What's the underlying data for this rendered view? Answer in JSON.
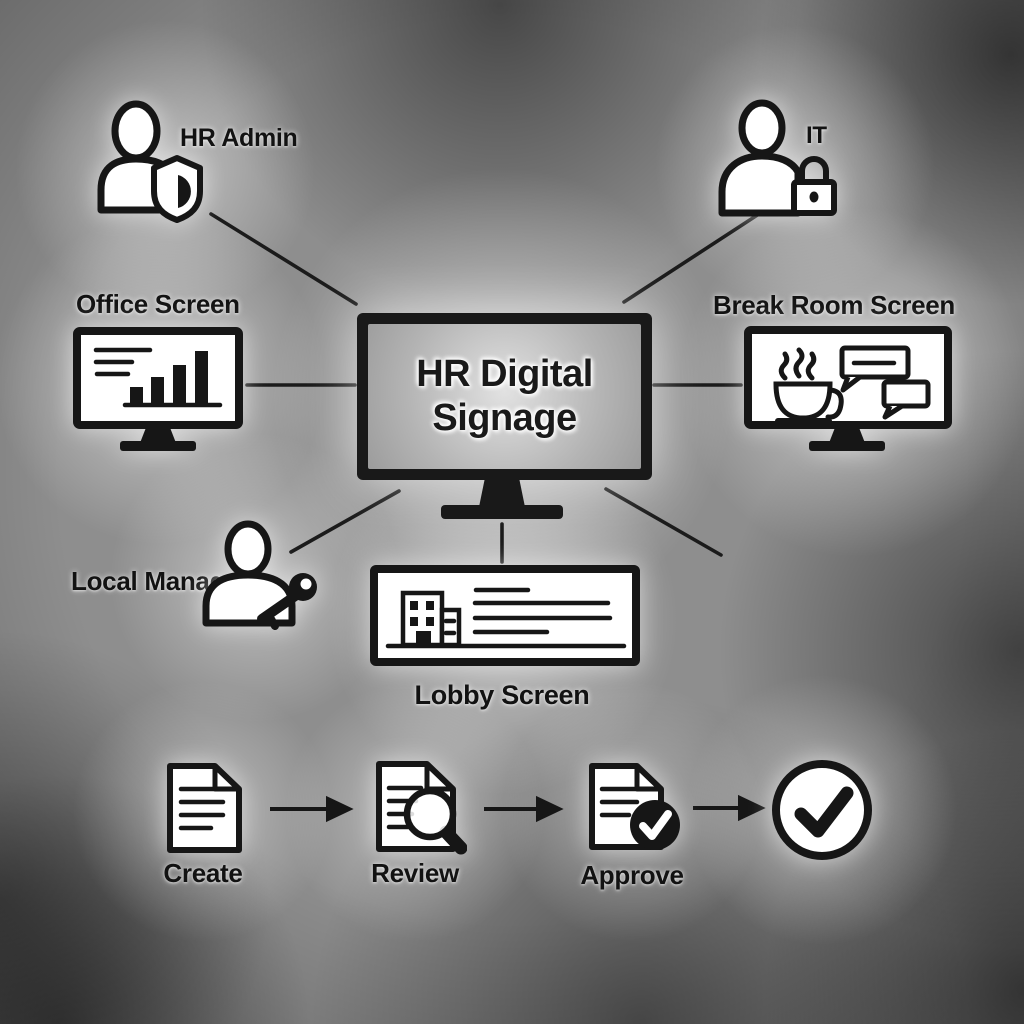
{
  "title": "HR Digital Signage",
  "nodes": {
    "hr_admin": {
      "label": "HR Admin",
      "icon": "person-shield-icon"
    },
    "it": {
      "label": "IT",
      "icon": "person-lock-icon"
    },
    "office_screen": {
      "label": "Office Screen",
      "icon": "monitor-bar-chart-icon"
    },
    "break_room_screen": {
      "label": "Break Room Screen",
      "icon": "monitor-coffee-chat-icon"
    },
    "local_manager": {
      "label": "Local Manager",
      "icon": "person-key-icon"
    },
    "lobby_screen": {
      "label": "Lobby Screen",
      "icon": "building-info-board-icon"
    }
  },
  "workflow": {
    "steps": [
      {
        "label": "Create",
        "icon": "document-icon"
      },
      {
        "label": "Review",
        "icon": "document-magnifier-icon"
      },
      {
        "label": "Approve",
        "icon": "document-check-badge-icon"
      },
      {
        "label": "",
        "icon": "check-circle-icon"
      }
    ]
  },
  "colors": {
    "ink": "#161616",
    "paper": "#ffffff",
    "background": "#8e8e8e"
  }
}
